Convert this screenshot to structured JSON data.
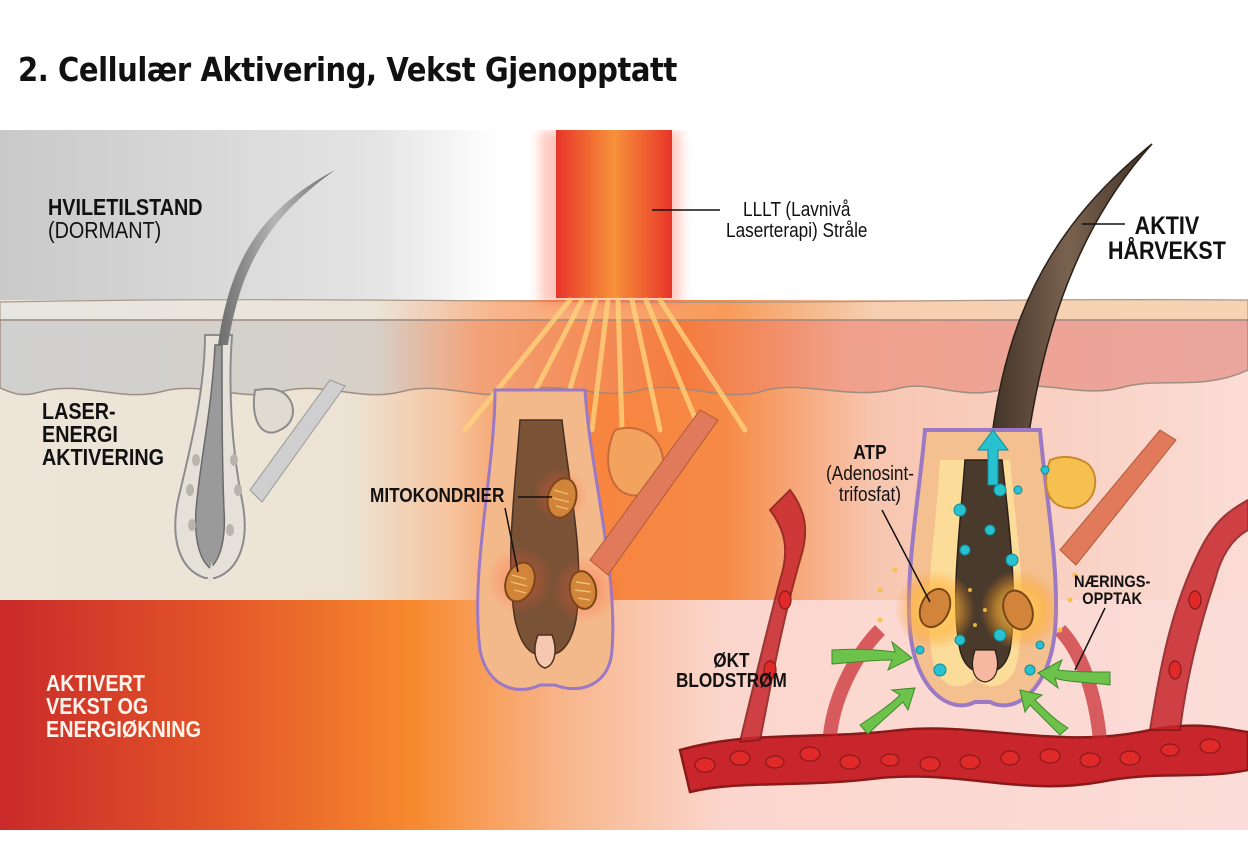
{
  "title": "2. Cellulær Aktivering, Vekst Gjenopptatt",
  "labels": {
    "dormant": {
      "main": "HVILETILSTAND",
      "sub": "(DORMANT)"
    },
    "laser_energy": [
      "LASER-",
      "ENERGI",
      "AKTIVERING"
    ],
    "activated": [
      "AKTIVERT",
      "VEKST OG",
      "ENERGIØKNING"
    ],
    "lllt": [
      "LLLT (Lavnivå",
      "Laserterapi) Stråle"
    ],
    "active_hair": [
      "AKTIV",
      "HÅRVEKST"
    ],
    "mitochondria": "MITOKONDRIER",
    "atp": {
      "main": "ATP",
      "sub": [
        "(Adenosint-",
        "trifosfat)"
      ]
    },
    "nutrient": [
      "NÆRINGS-",
      "OPPTAK"
    ],
    "blood_flow": [
      "ØKT",
      "BLODSTRØM"
    ]
  },
  "colors": {
    "laser_red": "#e8352a",
    "laser_orange": "#f7923a",
    "hair_dark": "#4a3a2c",
    "atp_cyan": "#27c1cf",
    "arrow_green": "#6cc24a",
    "vessel_red": "#c8262c",
    "membrane_purple": "#9b79c4"
  }
}
